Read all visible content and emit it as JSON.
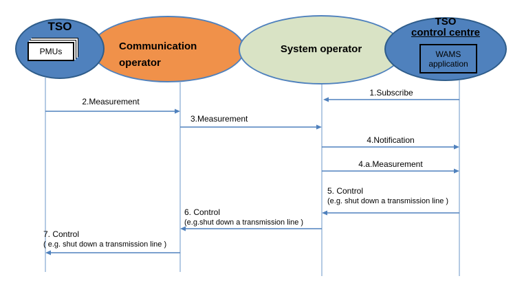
{
  "diagram": {
    "actors": [
      {
        "id": "tso",
        "title_lines": [
          "TSO"
        ],
        "box_lines": [
          "PMUs"
        ],
        "fill": "#4f81bd"
      },
      {
        "id": "communication-operator",
        "title_lines": [
          "Communication",
          "operator"
        ],
        "fill": "#f0914a"
      },
      {
        "id": "system-operator",
        "title_lines": [
          "System operator"
        ],
        "fill": "#d9e3c5"
      },
      {
        "id": "tso-control-centre",
        "title_lines": [
          "TSO",
          "control centre"
        ],
        "box_lines": [
          "WAMS",
          "application"
        ],
        "fill": "#4f81bd"
      }
    ],
    "messages": [
      {
        "label": "1.Subscribe",
        "from": "TSO control centre",
        "to": "System operator"
      },
      {
        "label": "2.Measurement",
        "from": "TSO",
        "to": "Communication operator"
      },
      {
        "label": "3.Measurement",
        "from": "Communication operator",
        "to": "System operator"
      },
      {
        "label": "4.Notification",
        "from": "System operator",
        "to": "TSO control centre"
      },
      {
        "label": "4.a.Measurement",
        "from": "System operator",
        "to": "TSO control centre"
      },
      {
        "label": "5. Control",
        "sublabel": "(e.g. shut down a transmission line )",
        "from": "TSO control centre",
        "to": "System operator"
      },
      {
        "label": "6. Control",
        "sublabel": "(e.g.shut down a transmission line )",
        "from": "System operator",
        "to": "Communication operator"
      },
      {
        "label": "7. Control",
        "sublabel": "( e.g. shut down a transmission line )",
        "from": "Communication operator",
        "to": "TSO"
      }
    ],
    "colors": {
      "blue_ellipse_fill": "#4f81bd",
      "blue_ellipse_border": "#2e5c8a",
      "orange_ellipse_fill": "#f0914a",
      "green_ellipse_fill": "#d9e3c5",
      "green_orange_border": "#4f81bd",
      "lifeline": "#95b3d7",
      "arrow": "#4f81bd"
    }
  }
}
